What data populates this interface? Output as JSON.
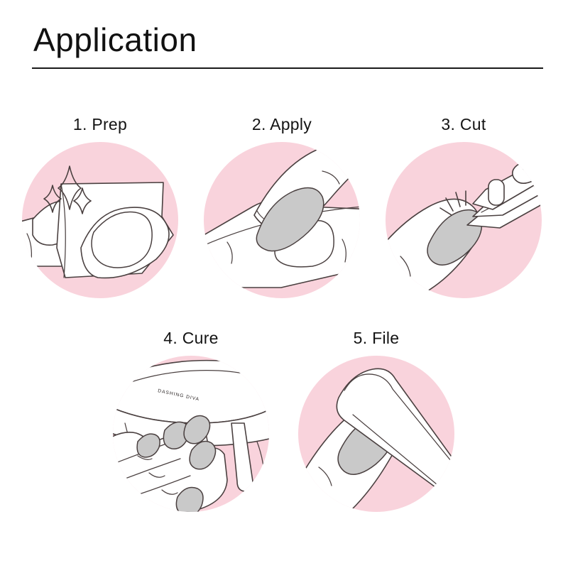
{
  "header": {
    "title": "Application"
  },
  "steps": [
    {
      "id": "prep",
      "label": "1. Prep",
      "number": "1",
      "name": "Prep",
      "illustration": "hand wiping nail with white cleansing wipe, sparkles",
      "icons": [
        "sparkle-icon",
        "sparkle-icon",
        "sparkle-icon",
        "wipe-icon",
        "hand-icon"
      ]
    },
    {
      "id": "apply",
      "label": "2. Apply",
      "number": "2",
      "name": "Apply",
      "illustration": "fingers pressing grey gel nail strip onto nail",
      "icons": [
        "hand-icon",
        "gel-strip-icon"
      ]
    },
    {
      "id": "cut",
      "label": "3. Cut",
      "number": "3",
      "name": "Cut",
      "illustration": "nail clipper trimming grey gel strip edge",
      "icons": [
        "nail-clipper-icon",
        "impact-lines-icon",
        "gel-strip-icon"
      ]
    },
    {
      "id": "cure",
      "label": "4. Cure",
      "number": "4",
      "name": "Cure",
      "illustration": "hand with five grey nails under LED curing lamp",
      "icons": [
        "led-lamp-icon",
        "hand-icon"
      ],
      "lamp_brand": "DASHING DIVA"
    },
    {
      "id": "file",
      "label": "5. File",
      "number": "5",
      "name": "File",
      "illustration": "nail file smoothing edge of grey gel nail",
      "icons": [
        "nail-file-icon",
        "finger-icon",
        "gel-strip-icon"
      ]
    }
  ],
  "colors": {
    "disc_pink": "#F9D3DC",
    "nail_grey": "#C9C9C9",
    "outline": "#4A4040",
    "text": "#141414",
    "rule": "#1A1A1A",
    "background": "#FFFFFF"
  }
}
